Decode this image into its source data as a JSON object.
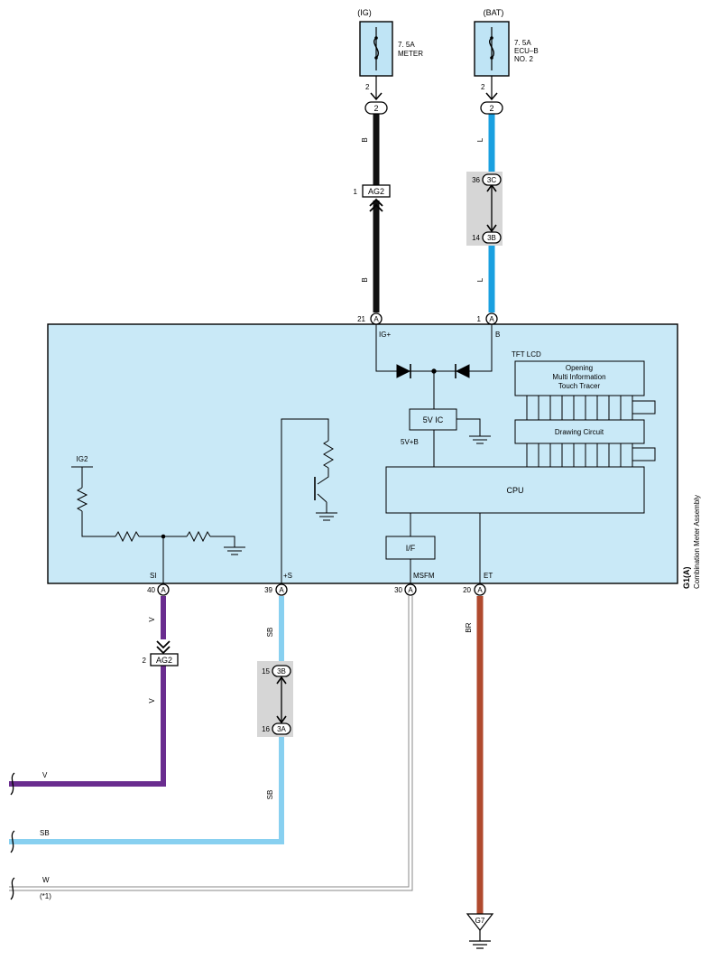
{
  "power": {
    "ig": {
      "label": "(IG)",
      "rating": "7. 5A",
      "name": "METER",
      "pin": "2",
      "conn": "2"
    },
    "bat": {
      "label": "(BAT)",
      "rating": "7. 5A",
      "name_line1": "ECU–B",
      "name_line2": "NO. 2",
      "pin": "2",
      "conn": "2"
    }
  },
  "wires": {
    "ig_upper": "B",
    "ig_lower": "B",
    "bat_upper": "L",
    "bat_lower": "L",
    "si_upper": "V",
    "si_lower": "V",
    "s_upper": "SB",
    "s_lower": "SB",
    "et": "BR"
  },
  "connectors": {
    "ag2_top_pin": "1",
    "ag2_top": "AG2",
    "c3c_pin": "36",
    "c3c": "3C",
    "c3b_pin": "14",
    "c3b": "3B",
    "ag2_bot_pin": "2",
    "ag2_bot": "AG2",
    "c3b2_pin": "15",
    "c3b2": "3B",
    "c3a_pin": "16",
    "c3a": "3A"
  },
  "meter": {
    "title": "G1(A)",
    "subtitle": "Combination Meter Assembly",
    "conn_letter": "A",
    "pins": {
      "igp": {
        "num": "21",
        "label": "IG+"
      },
      "b": {
        "num": "1",
        "label": "B"
      },
      "si": {
        "num": "40",
        "label": "SI"
      },
      "s": {
        "num": "39",
        "label": "+S"
      },
      "msfm": {
        "num": "30",
        "label": "MSFM"
      },
      "et": {
        "num": "20",
        "label": "ET"
      }
    },
    "tft": "TFT LCD",
    "opening": [
      "Opening",
      "Multi Information",
      "Touch Tracer"
    ],
    "drawing": "Drawing Circuit",
    "cpu": "CPU",
    "ic5v": "5V IC",
    "v5b": "5V+B",
    "ifc": "I/F",
    "ig2": "IG2"
  },
  "left_labels": {
    "v": "V",
    "sb": "SB",
    "w": "W",
    "w_note": "(*1)"
  },
  "ground": "G7",
  "colors": {
    "black": "#111111",
    "blue": "#1aa0e0",
    "violet": "#6a2d8f",
    "sky": "#88d0f0",
    "brown": "#b04a2e",
    "module": "#c9e9f7",
    "fuse": "#bfe4f5"
  }
}
